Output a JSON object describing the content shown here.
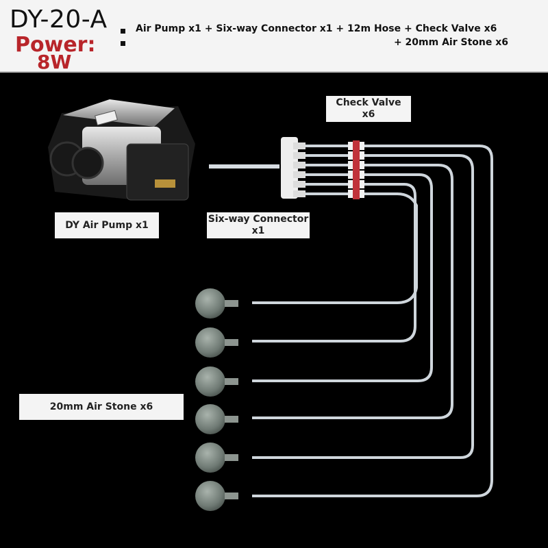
{
  "header": {
    "model": "DY-20-A",
    "power_label": "Power:",
    "power_value": "8W",
    "contents_line1": "Air Pump x1 + Six-way Connector x1 + 12m Hose + Check Valve x6",
    "contents_line2": "+ 20mm Air Stone x6"
  },
  "labels": {
    "check_valve": [
      "Check Valve",
      "x6"
    ],
    "pump": "DY Air Pump x1",
    "connector": [
      "Six-way Connector",
      "x1"
    ],
    "air_stone": "20mm Air Stone x6"
  }
}
